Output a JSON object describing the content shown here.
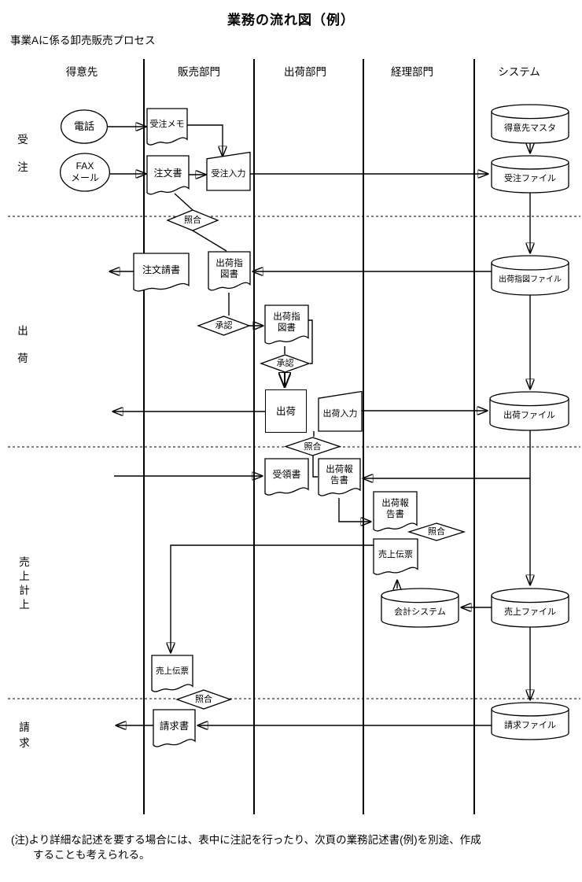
{
  "page": {
    "title": "業務の流れ図（例）",
    "subtitle": "事業Aに係る卸売販売プロセス",
    "note_line1": "(注)より詳細な記述を要する場合には、表中に注記を行ったり、次頁の業務記述書(例)を別途、作成",
    "note_line2": "することも考えられる。"
  },
  "columns": {
    "c1": "得意先",
    "c2": "販売部門",
    "c3": "出荷部門",
    "c4": "経理部門",
    "c5": "システム"
  },
  "phases": {
    "p1": "受注",
    "p2": "出荷",
    "p3": "売上計上",
    "p4": "請求"
  },
  "nodes": {
    "phone": {
      "type": "ellipse",
      "label": "電話"
    },
    "fax": {
      "type": "ellipse",
      "label": "FAX\nメール"
    },
    "order_memo": {
      "type": "document",
      "label": "受注メモ"
    },
    "order_form": {
      "type": "document",
      "label": "注文書"
    },
    "order_input": {
      "type": "manual-input",
      "label": "受注入力"
    },
    "customer_master": {
      "type": "cylinder",
      "label": "得意先マスタ"
    },
    "order_file": {
      "type": "cylinder",
      "label": "受注ファイル"
    },
    "check1": {
      "type": "diamond",
      "label": "照合"
    },
    "order_ack": {
      "type": "document",
      "label": "注文請書"
    },
    "ship_instr1": {
      "type": "document",
      "label": "出荷指\n図書"
    },
    "ship_instr_file": {
      "type": "cylinder",
      "label": "出荷指図ファイル"
    },
    "approve1": {
      "type": "diamond",
      "label": "承認"
    },
    "ship_instr2": {
      "type": "document",
      "label": "出荷指\n図書"
    },
    "approve2": {
      "type": "diamond",
      "label": "承認"
    },
    "ship": {
      "type": "process",
      "label": "出荷"
    },
    "ship_input": {
      "type": "manual-input",
      "label": "出荷入力"
    },
    "ship_file": {
      "type": "cylinder",
      "label": "出荷ファイル"
    },
    "check2": {
      "type": "diamond",
      "label": "照合"
    },
    "receipt": {
      "type": "document",
      "label": "受領書"
    },
    "ship_report1": {
      "type": "document",
      "label": "出荷報\n告書"
    },
    "ship_report2": {
      "type": "document",
      "label": "出荷報\n告書"
    },
    "check3": {
      "type": "diamond",
      "label": "照合"
    },
    "sales_slip_acct": {
      "type": "document",
      "label": "売上伝票"
    },
    "acct_system": {
      "type": "cylinder",
      "label": "会計システム"
    },
    "sales_file": {
      "type": "cylinder",
      "label": "売上ファイル"
    },
    "sales_slip_sales": {
      "type": "document",
      "label": "売上伝票"
    },
    "check4": {
      "type": "diamond",
      "label": "照合"
    },
    "invoice": {
      "type": "document",
      "label": "請求書"
    },
    "invoice_file": {
      "type": "cylinder",
      "label": "請求ファイル"
    }
  },
  "colors": {
    "ink": "#000000",
    "paper": "#ffffff"
  }
}
